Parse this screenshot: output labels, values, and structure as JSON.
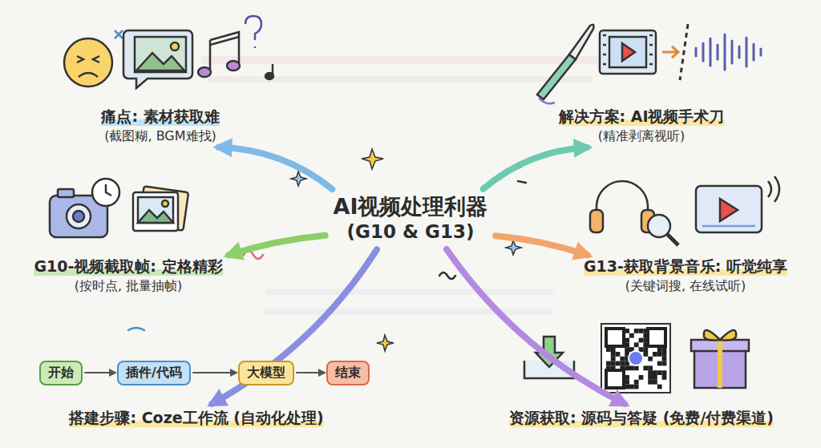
{
  "diagram": {
    "nodes": [
      {
        "text": [
          "AI视频处理利器",
          "(G10 & G13)"
        ]
      },
      {
        "text": [
          "痛点: 素材获取难",
          "(截图糊, BGM难找)"
        ]
      },
      {
        "text": [
          "解决方案: AI视频手术刀",
          "(精准剥离视听)"
        ]
      },
      {
        "text": [
          "G10-视频截取帧: 定格精彩",
          "(按时点, 批量抽帧)"
        ]
      },
      {
        "text": [
          "G13-获取背景音乐: 听觉纯享",
          "(关键词搜, 在线试听)"
        ]
      },
      {
        "text": [
          "搭建步骤: Coze工作流 (自动化处理)"
        ]
      },
      {
        "text": [
          "资源获取: 源码与答疑 (免费/付费渠道)"
        ]
      },
      {
        "text": [
          "开始"
        ]
      },
      {
        "text": [
          "插件/代码"
        ]
      },
      {
        "text": [
          "大模型"
        ]
      },
      {
        "text": [
          "结束"
        ]
      }
    ],
    "edges": [
      {
        "from": 0,
        "to": 1,
        "arrow": "to"
      },
      {
        "from": 0,
        "to": 2,
        "arrow": "to"
      },
      {
        "from": 0,
        "to": 3,
        "arrow": "to"
      },
      {
        "from": 0,
        "to": 4,
        "arrow": "to"
      },
      {
        "from": 0,
        "to": 5,
        "arrow": "to"
      },
      {
        "from": 0,
        "to": 6,
        "arrow": "to"
      },
      {
        "from": 7,
        "to": 8,
        "arrow": "to"
      },
      {
        "from": 8,
        "to": 9,
        "arrow": "to"
      },
      {
        "from": 9,
        "to": 10,
        "arrow": "to"
      }
    ]
  }
}
